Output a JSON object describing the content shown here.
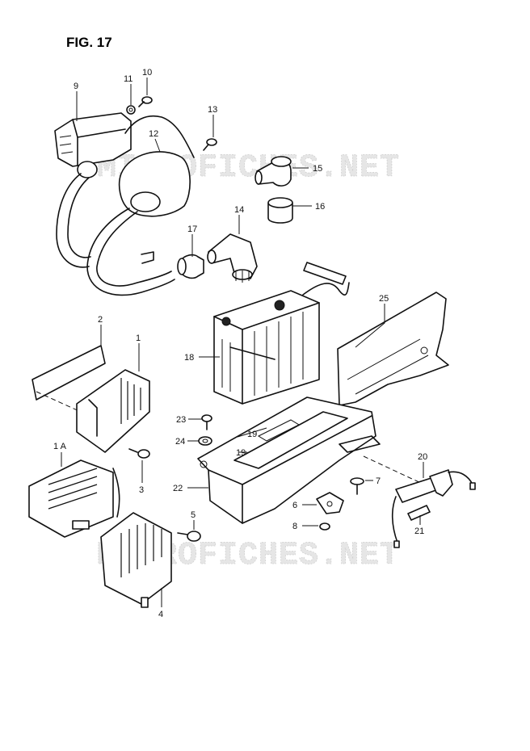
{
  "figure": {
    "title": "FIG. 17"
  },
  "watermarks": [
    "MICROFICHES.NET",
    "MICROFICHES.NET"
  ],
  "callouts": {
    "c9": "9",
    "c11": "11",
    "c10": "10",
    "c13": "13",
    "c12": "12",
    "c15": "15",
    "c16": "16",
    "c14": "14",
    "c17": "17",
    "c2": "2",
    "c1": "1",
    "c25": "25",
    "c18": "18",
    "c23": "23",
    "c24": "24",
    "c19a": "19",
    "c19b": "19",
    "c1A": "1 A",
    "c3": "3",
    "c22": "22",
    "c20": "20",
    "c7": "7",
    "c6": "6",
    "c5": "5",
    "c8": "8",
    "c21": "21",
    "c4": "4"
  }
}
